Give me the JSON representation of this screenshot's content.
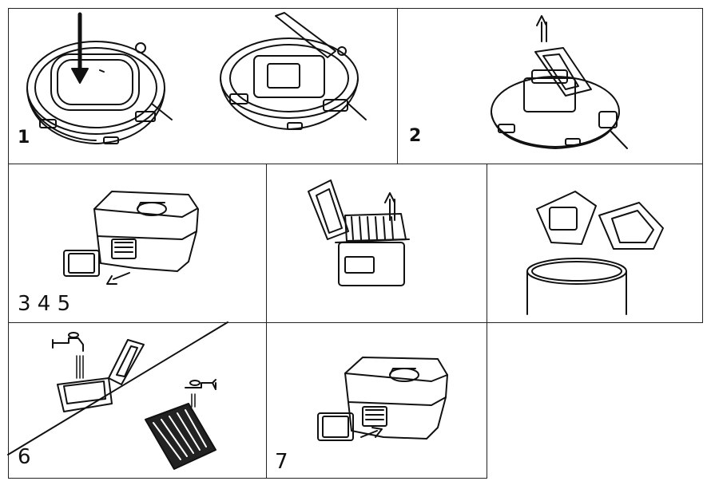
{
  "steps": {
    "s1": "1",
    "s2": "2",
    "s345": "3 4 5",
    "s6": "6",
    "s7": "7"
  },
  "icons": [
    "robot-press-lid-illustration",
    "robot-lid-open-illustration",
    "robot-lift-dustbin-illustration",
    "dustbin-filter-removal-illustration",
    "dustbin-open-lift-filter-illustration",
    "empty-dustbin-into-trash-illustration",
    "rinse-dustbin-under-tap-illustration",
    "rinse-filter-under-tap-illustration",
    "reinsert-filter-illustration"
  ]
}
